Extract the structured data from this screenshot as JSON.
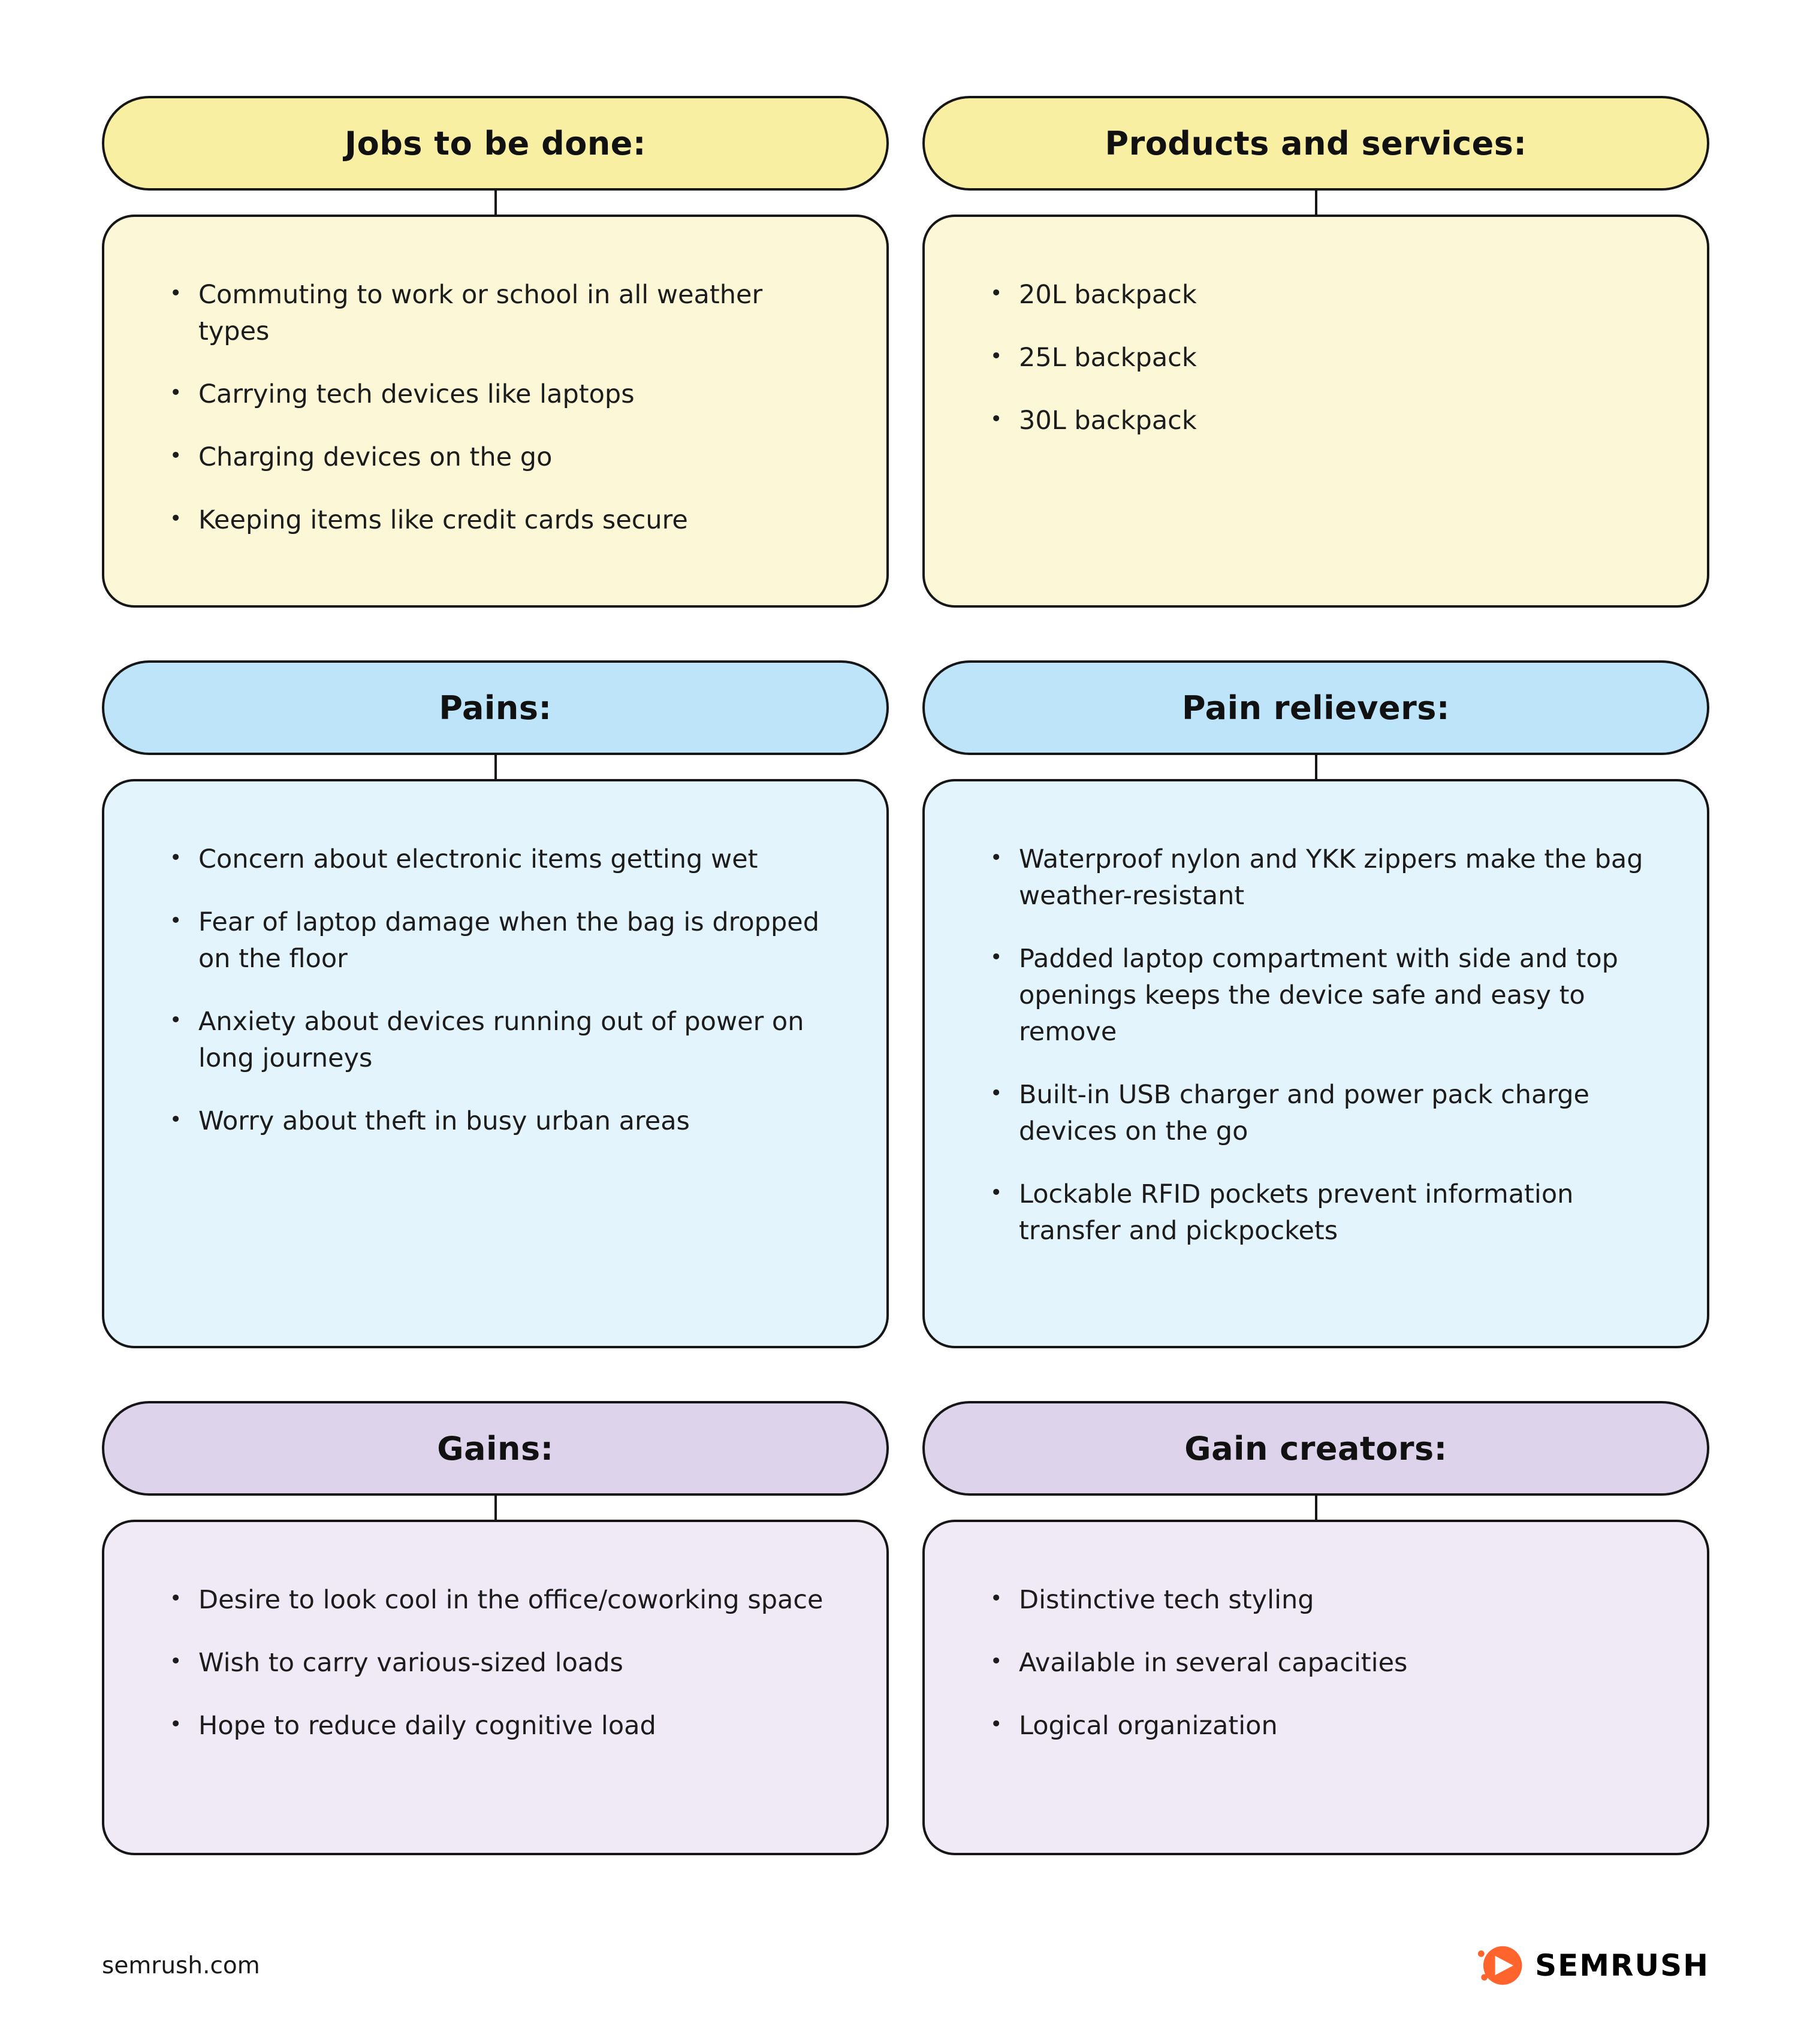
{
  "sections": [
    {
      "title": "Jobs to be done:",
      "theme": "yellow",
      "items": [
        "Commuting to work or school in all weather types",
        "Carrying tech devices like laptops",
        "Charging devices on the go",
        "Keeping items like credit cards secure"
      ]
    },
    {
      "title": "Products and services:",
      "theme": "yellow",
      "items": [
        "20L backpack",
        "25L backpack",
        "30L backpack"
      ]
    },
    {
      "title": "Pains:",
      "theme": "blue",
      "items": [
        "Concern about electronic items getting wet",
        "Fear of laptop damage when the bag is dropped on the floor",
        "Anxiety about devices running out of power on long journeys",
        "Worry about theft in busy urban areas"
      ]
    },
    {
      "title": "Pain relievers:",
      "theme": "blue",
      "items": [
        "Waterproof nylon and YKK zippers make the bag weather-resistant",
        "Padded laptop compartment with side and top openings keeps the device safe and easy to remove",
        "Built-in USB charger and power pack charge devices on the go",
        "Lockable RFID pockets prevent information transfer and pickpockets"
      ]
    },
    {
      "title": "Gains:",
      "theme": "purple",
      "items": [
        "Desire to look cool in the office/coworking space",
        "Wish to carry various-sized loads",
        "Hope to reduce daily cognitive load"
      ]
    },
    {
      "title": "Gain creators:",
      "theme": "purple",
      "items": [
        "Distinctive tech styling",
        "Available in several capacities",
        "Logical organization"
      ]
    }
  ],
  "footer": {
    "site": "semrush.com",
    "brand": "SEMRUSH"
  },
  "colors": {
    "yellow_header": "#F9EFA3",
    "yellow_body": "#FCF7D6",
    "blue_header": "#BDE4F9",
    "blue_body": "#E4F4FC",
    "purple_header": "#DDD3EB",
    "purple_body": "#EFEAF6",
    "border": "#161616",
    "brand_orange": "#FF642D"
  }
}
